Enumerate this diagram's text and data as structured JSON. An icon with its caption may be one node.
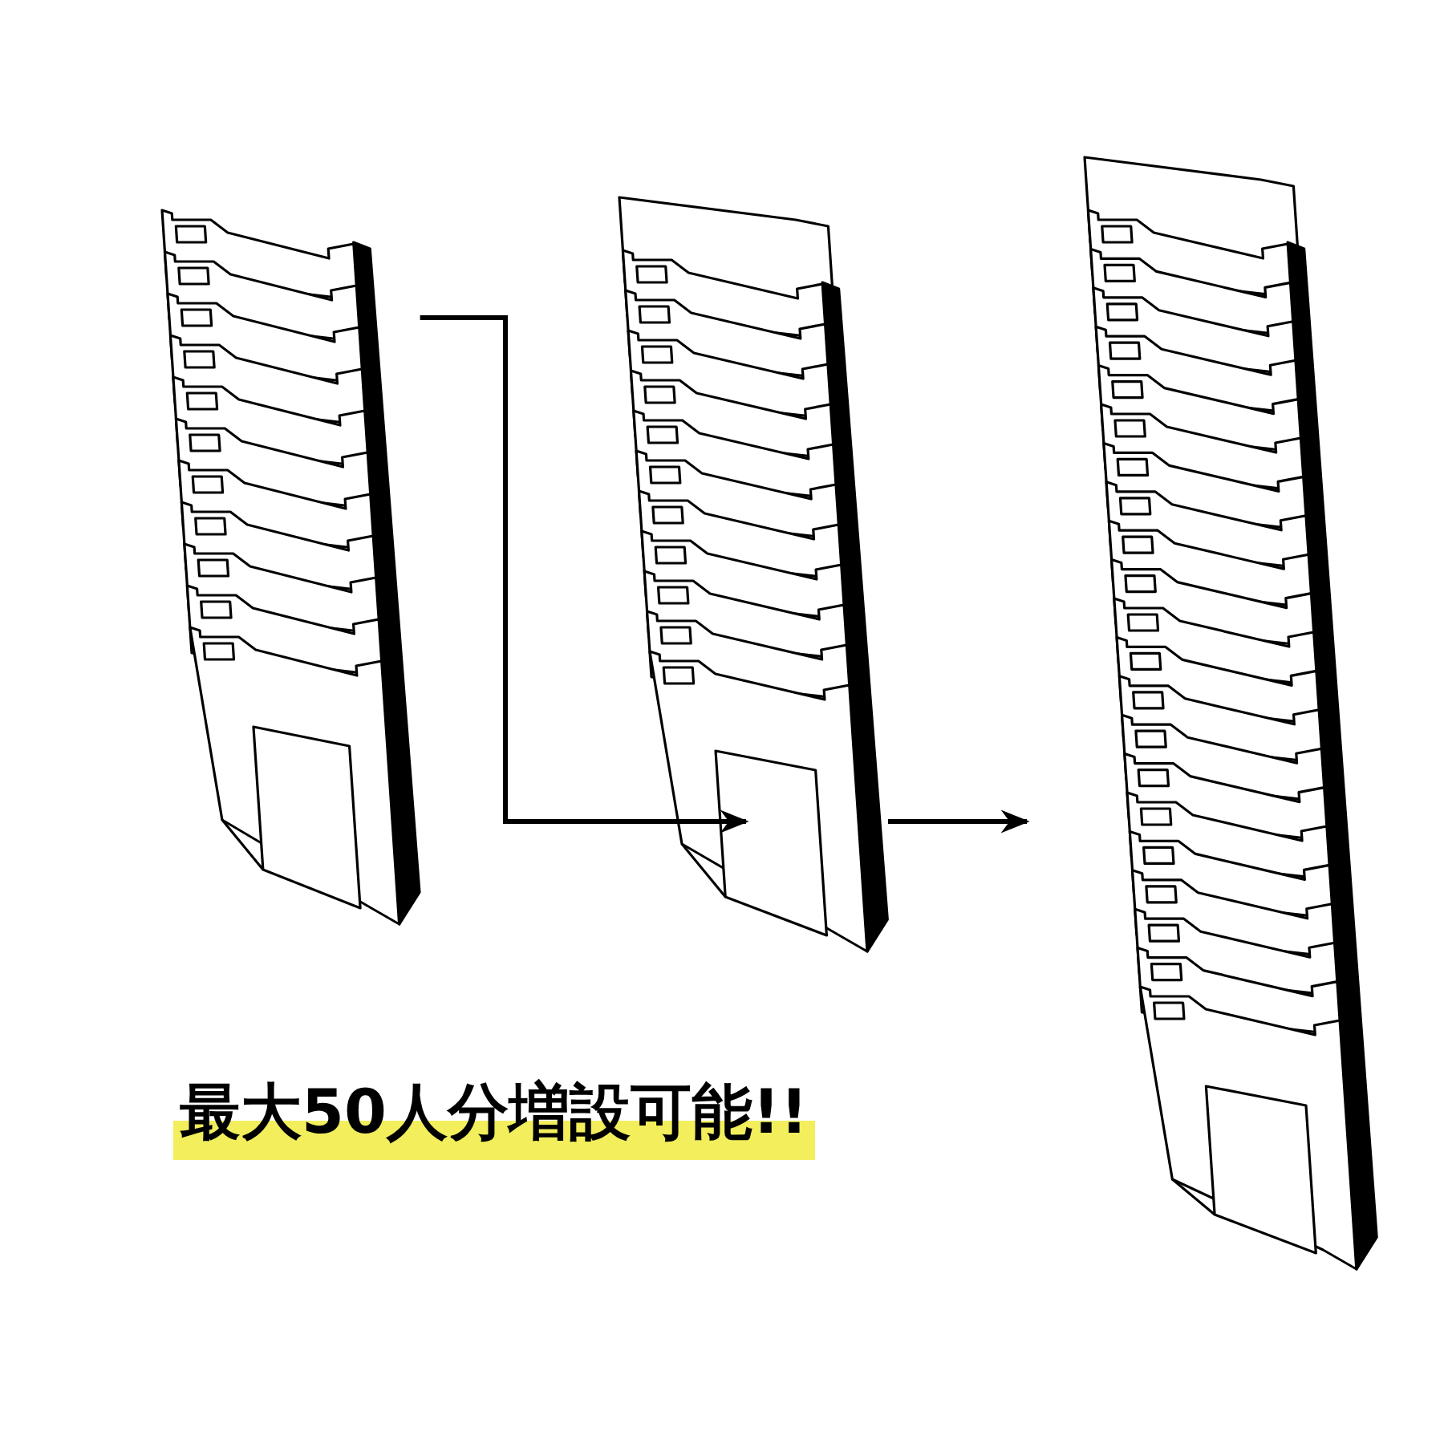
{
  "diagram": {
    "nodes": [
      {
        "text": [],
        "shape": "picture"
      },
      {
        "text": [],
        "shape": "picture"
      },
      {
        "text": [],
        "shape": "picture"
      }
    ],
    "edges": [
      {
        "from": 0,
        "to": 1,
        "arrow": "to"
      },
      {
        "from": 1,
        "to": 2,
        "arrow": "to"
      }
    ],
    "labels": [
      "最大50人分増設可能!!"
    ]
  }
}
